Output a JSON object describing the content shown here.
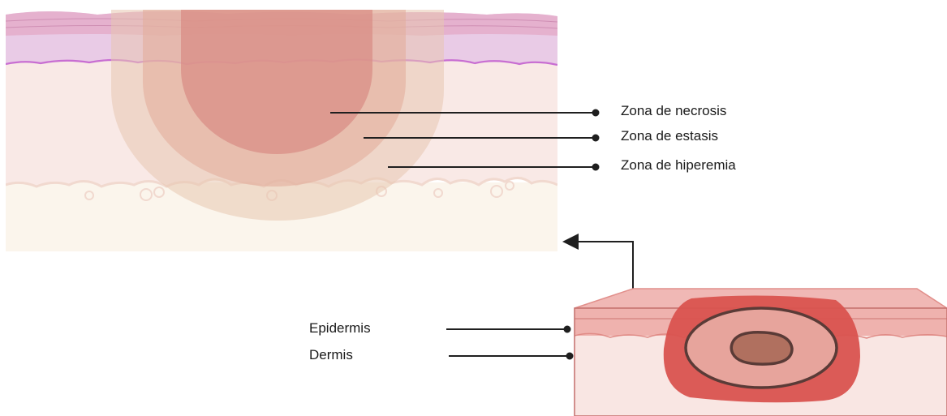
{
  "zones": {
    "necrosis": "Zona de necrosis",
    "stasis": "Zona de estasis",
    "hyperemia": "Zona de hiperemia"
  },
  "layers": {
    "epidermis": "Epidermis",
    "dermis": "Dermis"
  },
  "colors": {
    "epidermis": "#e9cbe6",
    "epidermis_border": "#c86ed2",
    "dermis": "#f9e9e6",
    "hypodermis": "#fbf5ec",
    "necrosis": "#dd8f86",
    "stasis": "#e9b9a8",
    "hyperemia": "#edd6c2",
    "wound_outer": "#d9534f",
    "wound_core": "#b0705f",
    "line": "#1f1f1f"
  }
}
